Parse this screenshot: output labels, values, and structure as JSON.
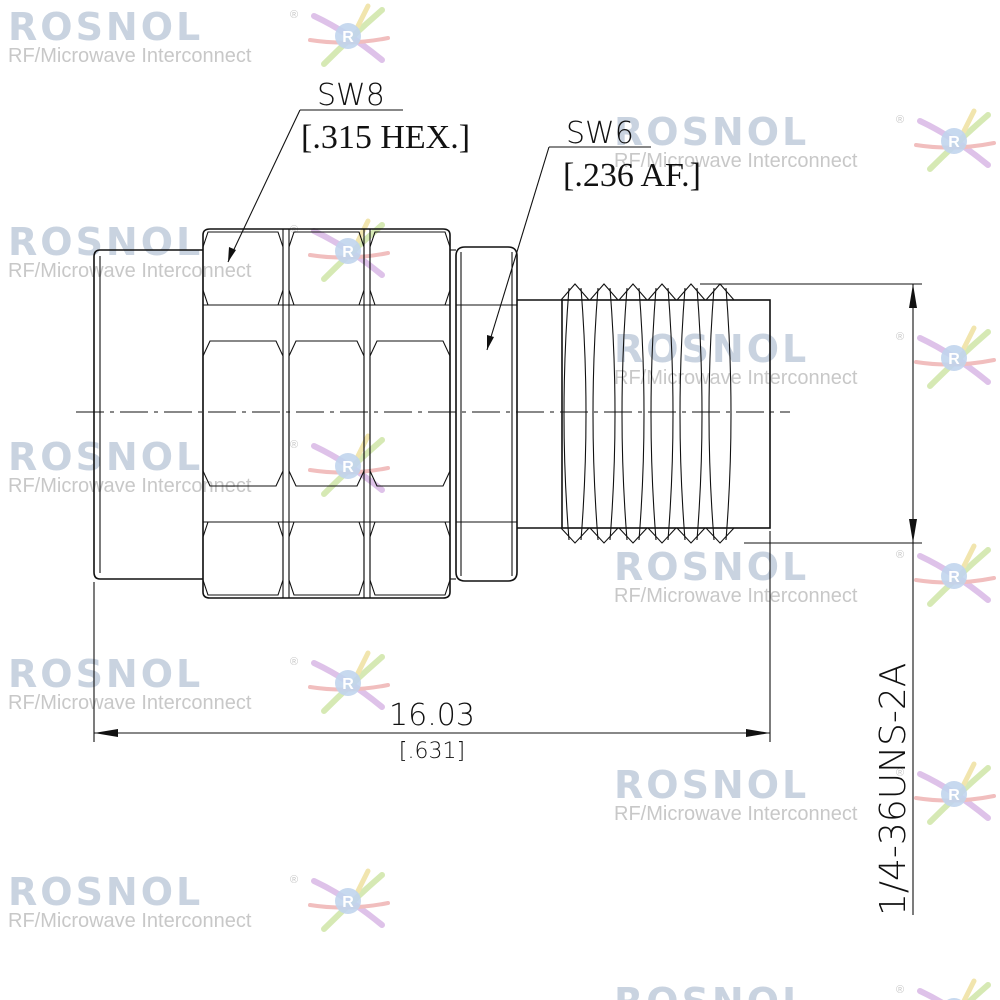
{
  "watermark": {
    "brand": "ROSNOL",
    "registered": "®",
    "tagline": "RF/Microwave Interconnect",
    "emblem_letter": "R",
    "colors": {
      "logo": "#c9d3e0",
      "text": "#c8c8c8",
      "star_green": "#cfe6a8",
      "star_purple": "#d9b8e6",
      "star_red": "#efb3b3",
      "star_blue": "#b6cdea",
      "star_yellow": "#efe1a0"
    }
  },
  "callouts": {
    "sw8": {
      "label": "SW8",
      "value": "[.315 HEX.]"
    },
    "sw6": {
      "label": "SW6",
      "value": "[.236 AF.]"
    }
  },
  "dimensions": {
    "length_mm": "16.03",
    "length_in": "[.631]",
    "thread": "1/4-36UNS-2A"
  },
  "colors": {
    "line": "#111111",
    "background": "#ffffff"
  }
}
